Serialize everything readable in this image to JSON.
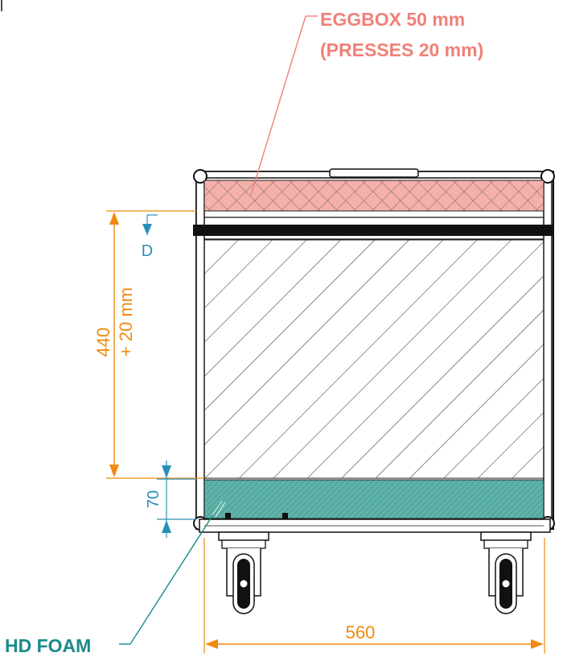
{
  "labels": {
    "eggbox_line1": "EGGBOX 50 mm",
    "eggbox_line2": "(PRESSES 20 mm)",
    "hd_foam": "HD FOAM"
  },
  "dimensions": {
    "height_main": "440",
    "height_extra": "+ 20 mm",
    "depth_marker": "D",
    "base_height": "70",
    "width": "560"
  },
  "colors": {
    "eggbox": "#f08078",
    "eggbox_fill": "#f4b0aa",
    "dimension": "#f08a10",
    "depth": "#2a8fb8",
    "hd_foam": "#1a8a8a",
    "hd_foam_fill": "#5eb3a8"
  }
}
